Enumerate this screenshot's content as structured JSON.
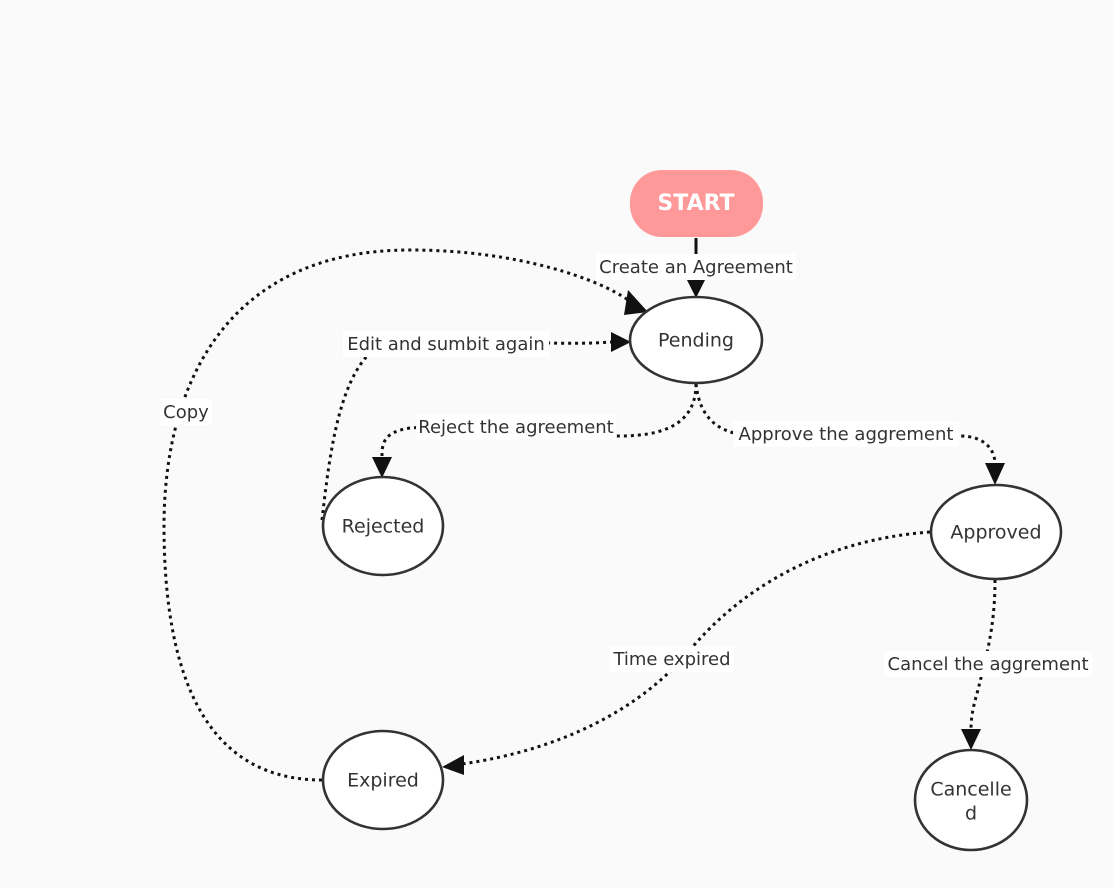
{
  "diagram": {
    "nodes": {
      "start": "START",
      "pending": "Pending",
      "rejected": "Rejected",
      "approved": "Approved",
      "expired": "Expired",
      "cancelled_line1": "Cancelle",
      "cancelled_line2": "d"
    },
    "edges": {
      "create": "Create an Agreement",
      "edit": "Edit and sumbit again",
      "reject": "Reject the agreement",
      "approve": "Approve the aggrement",
      "copy": "Copy",
      "expire": "Time expired",
      "cancel": "Cancel the aggrement"
    },
    "colors": {
      "start_fill": "#ff9999",
      "node_stroke": "#333333",
      "edge_stroke": "#111111"
    }
  }
}
